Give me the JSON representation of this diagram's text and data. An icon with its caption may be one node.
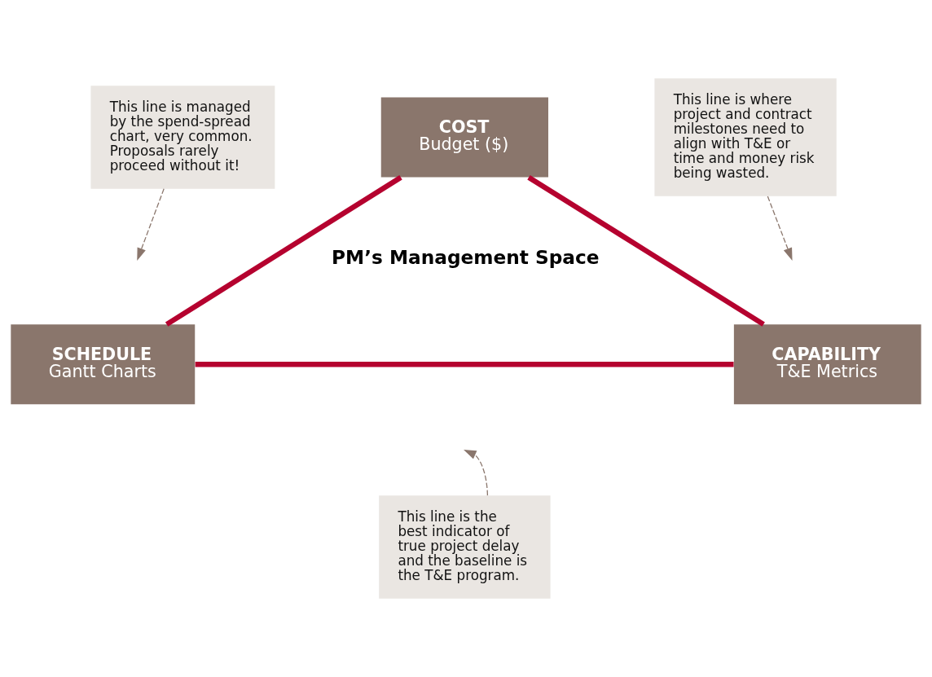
{
  "diagram": {
    "nodes": [
      {
        "text": [
          "COST",
          "Budget ($)"
        ]
      },
      {
        "text": [
          "SCHEDULE",
          "Gantt Charts"
        ]
      },
      {
        "text": [
          "CAPABILITY",
          "T&E Metrics"
        ]
      },
      {
        "text": [
          "This line is managed by the spend-spread chart, very common. Proposals rarely proceed without it!"
        ]
      },
      {
        "text": [
          "This line is where project and contract milestones need to align with T&E or time and money risk being wasted."
        ]
      },
      {
        "text": [
          "This line is the best indicator of true project delay and the baseline is the T&E program."
        ]
      }
    ],
    "edges": [
      {
        "from": 0,
        "to": 1,
        "arrow": "none",
        "style": "thick",
        "color": "#b5022f"
      },
      {
        "from": 0,
        "to": 2,
        "arrow": "none",
        "style": "thick",
        "color": "#b5022f"
      },
      {
        "from": 1,
        "to": 2,
        "arrow": "none",
        "style": "thick",
        "color": "#b5022f"
      },
      {
        "from": 3,
        "to": null,
        "arrow": "to",
        "style": "dashed",
        "color": "#8a766c"
      },
      {
        "from": 4,
        "to": null,
        "arrow": "to",
        "style": "dashed",
        "color": "#8a766c"
      },
      {
        "from": 5,
        "to": null,
        "arrow": "to",
        "style": "dashed",
        "color": "#8a766c"
      }
    ],
    "labels": [
      "PM’s Management Space"
    ]
  }
}
